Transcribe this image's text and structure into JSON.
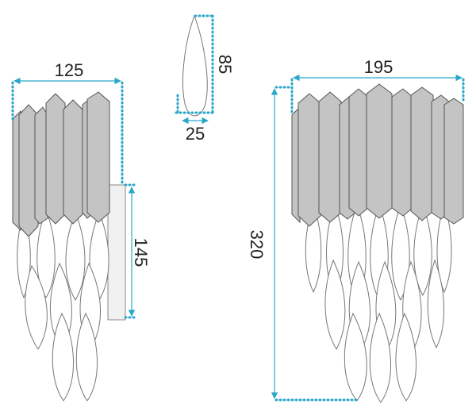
{
  "colors": {
    "dimension": "#2aa6c9",
    "blade_fill": "#c4c4c4",
    "blade_stroke": "#555555",
    "crystal_stroke": "#777777",
    "plate_fill": "#f1f1f1"
  },
  "dimensions": {
    "sconce_width": "125",
    "sconce_depth": "145",
    "crystal_height": "85",
    "crystal_width": "25",
    "chandelier_width": "195",
    "chandelier_height": "320"
  }
}
